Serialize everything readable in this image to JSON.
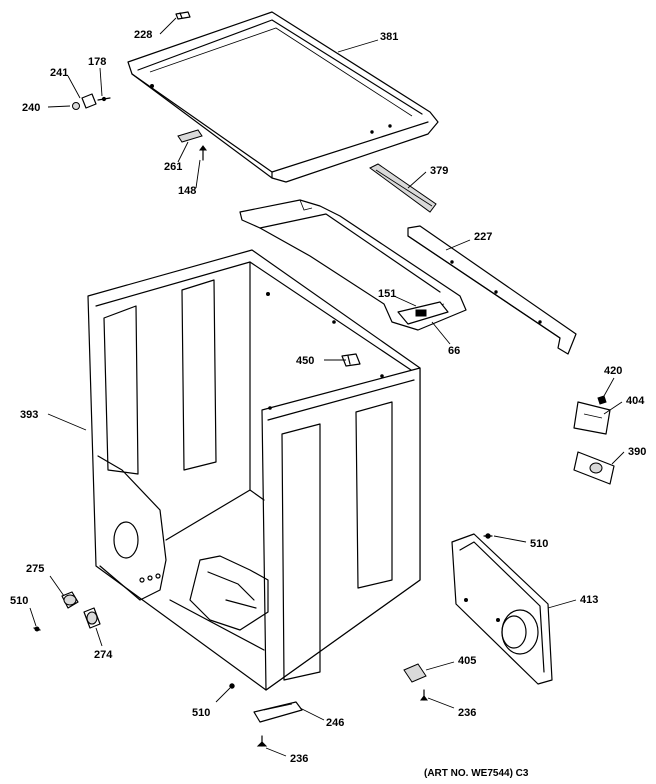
{
  "part_labels": {
    "p228": "228",
    "p381": "381",
    "p241": "241",
    "p178": "178",
    "p240": "240",
    "p261": "261",
    "p148": "148",
    "p379": "379",
    "p227": "227",
    "p151": "151",
    "p66": "66",
    "p450": "450",
    "p393": "393",
    "p420": "420",
    "p404": "404",
    "p390": "390",
    "p510_right": "510",
    "p413": "413",
    "p275": "275",
    "p510_left": "510",
    "p274": "274",
    "p405": "405",
    "p236_right": "236",
    "p510_bottom": "510",
    "p246": "246",
    "p236_bottom": "236"
  },
  "footer": {
    "art_number": "(ART NO. WE7544) C3"
  }
}
